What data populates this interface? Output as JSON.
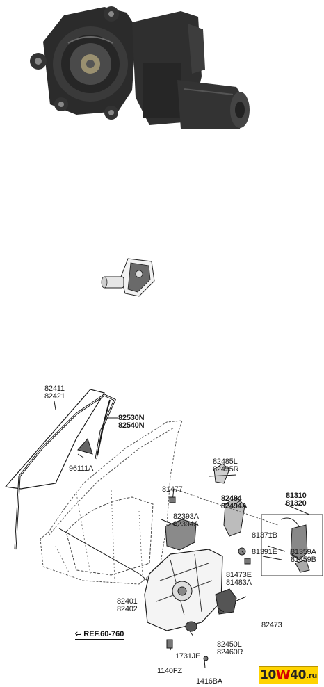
{
  "labels": [
    {
      "key": "p82411",
      "text": "82411\n82421"
    },
    {
      "key": "p82530",
      "text": "82530N\n82540N"
    },
    {
      "key": "p96111",
      "text": "96111A"
    },
    {
      "key": "p82485",
      "text": "82485L\n82495R"
    },
    {
      "key": "p81477",
      "text": "81477"
    },
    {
      "key": "p82484",
      "text": "82484\n82494A"
    },
    {
      "key": "p81310",
      "text": "81310\n81320"
    },
    {
      "key": "p82393",
      "text": "82393A\n82394A"
    },
    {
      "key": "p81371",
      "text": "81371B"
    },
    {
      "key": "p81391",
      "text": "81391E"
    },
    {
      "key": "p81359",
      "text": "81359A\n81359B"
    },
    {
      "key": "p81473",
      "text": "81473E\n81483A"
    },
    {
      "key": "p82401",
      "text": "82401\n82402"
    },
    {
      "key": "p82473",
      "text": "82473"
    },
    {
      "key": "p82450",
      "text": "82450L\n82460R"
    },
    {
      "key": "p1731",
      "text": "1731JE"
    },
    {
      "key": "p1140",
      "text": "1140FZ"
    },
    {
      "key": "p1416",
      "text": "1416BA"
    }
  ],
  "reference": "REF.60-760",
  "watermark": {
    "prefix": "10",
    "mid": "W",
    "suffix": "40",
    "tld": ".ru"
  }
}
